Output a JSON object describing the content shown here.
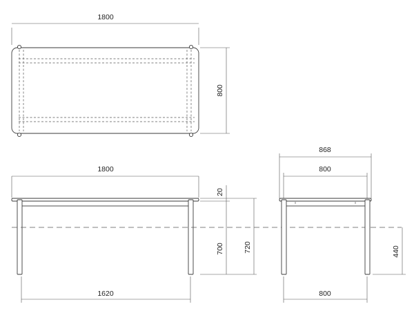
{
  "drawing": {
    "plan_view": {
      "width_label": "1800",
      "depth_label": "800"
    },
    "front_view": {
      "overall_width_label": "1800",
      "leg_span_label": "1620",
      "top_thickness_label": "20",
      "underside_height_label": "700",
      "total_height_label": "720"
    },
    "side_view": {
      "overall_depth_label": "868",
      "top_depth_label": "800",
      "leg_span_label": "800",
      "center_height_label": "440"
    }
  }
}
